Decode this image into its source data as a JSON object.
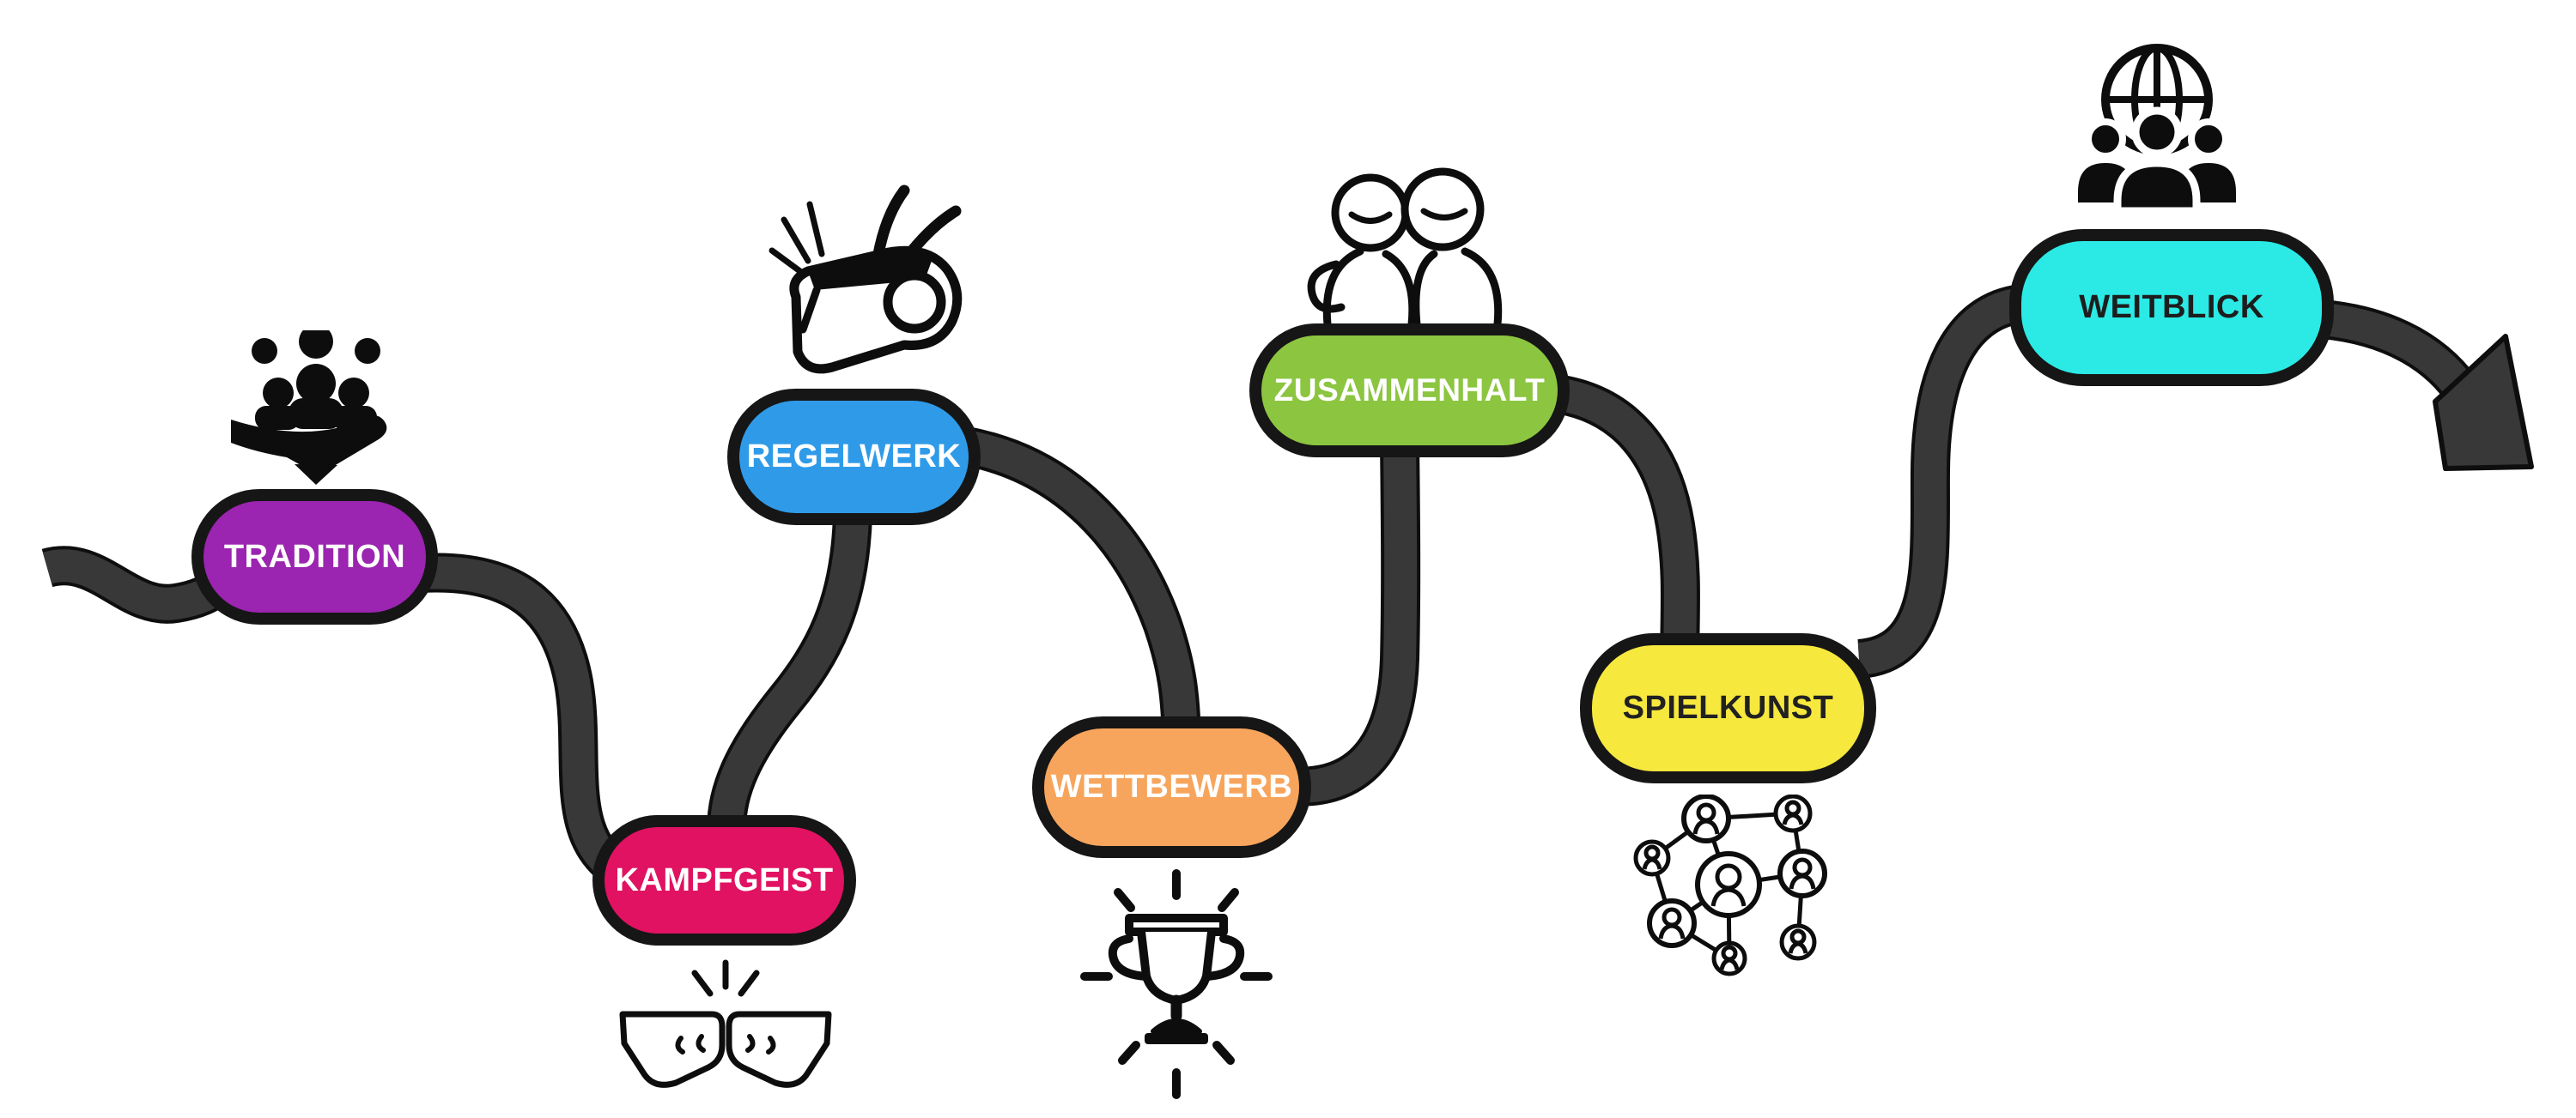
{
  "diagram": {
    "background": "#ffffff",
    "road_color": "#383838",
    "edge_color": "#0e0e0e",
    "node_border_color": "#161616",
    "icon_color": "#0d0d0d",
    "arrow_end": "arrow-pointing-down-right",
    "nodes": [
      {
        "label": "TRADITION",
        "fill": "#9B24B0",
        "text_color": "#ffffff",
        "icon": "community-in-hand"
      },
      {
        "label": "KAMPFGEIST",
        "fill": "#E01261",
        "text_color": "#ffffff",
        "icon": "fist-bump"
      },
      {
        "label": "REGELWERK",
        "fill": "#2F9BE8",
        "text_color": "#ffffff",
        "icon": "whistle"
      },
      {
        "label": "WETTBEWERB",
        "fill": "#F7A55C",
        "text_color": "#ffffff",
        "icon": "shining-trophy"
      },
      {
        "label": "ZUSAMMENHALT",
        "fill": "#8CC540",
        "text_color": "#ffffff",
        "icon": "two-friends"
      },
      {
        "label": "SPIELKUNST",
        "fill": "#F6E83D",
        "text_color": "#212121",
        "icon": "people-network"
      },
      {
        "label": "WEITBLICK",
        "fill": "#2BE9E5",
        "text_color": "#1d1d1d",
        "icon": "global-team"
      }
    ]
  }
}
